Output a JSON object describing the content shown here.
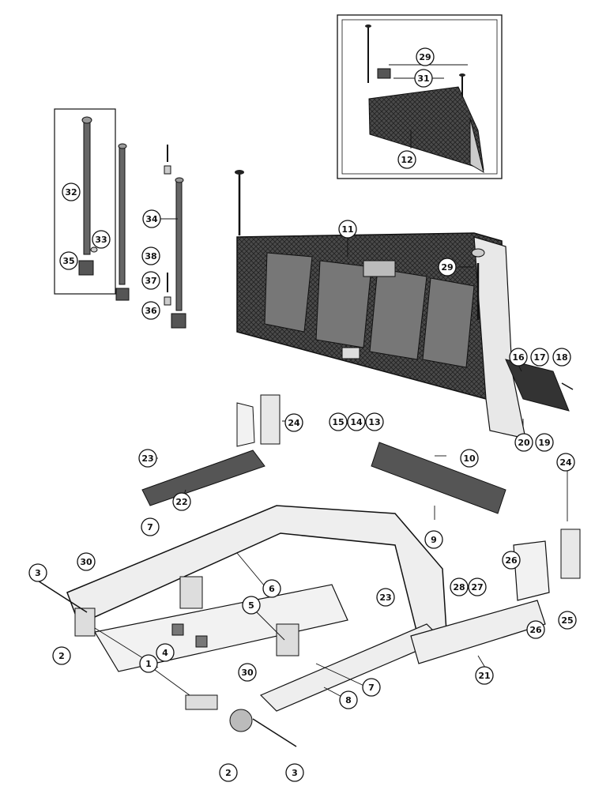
{
  "diagram": {
    "type": "exploded-parts-diagram",
    "subject": "dozer blade and push frame assembly",
    "callouts": [
      {
        "id": "c1",
        "label": "1"
      },
      {
        "id": "c2a",
        "label": "2"
      },
      {
        "id": "c2b",
        "label": "2"
      },
      {
        "id": "c3a",
        "label": "3"
      },
      {
        "id": "c3b",
        "label": "3"
      },
      {
        "id": "c4",
        "label": "4"
      },
      {
        "id": "c5",
        "label": "5"
      },
      {
        "id": "c6",
        "label": "6"
      },
      {
        "id": "c7a",
        "label": "7"
      },
      {
        "id": "c7b",
        "label": "7"
      },
      {
        "id": "c8",
        "label": "8"
      },
      {
        "id": "c9",
        "label": "9"
      },
      {
        "id": "c10",
        "label": "10"
      },
      {
        "id": "c11",
        "label": "11"
      },
      {
        "id": "c12",
        "label": "12"
      },
      {
        "id": "c13",
        "label": "13"
      },
      {
        "id": "c14",
        "label": "14"
      },
      {
        "id": "c15",
        "label": "15"
      },
      {
        "id": "c16",
        "label": "16"
      },
      {
        "id": "c17",
        "label": "17"
      },
      {
        "id": "c18",
        "label": "18"
      },
      {
        "id": "c19",
        "label": "19"
      },
      {
        "id": "c20",
        "label": "20"
      },
      {
        "id": "c21",
        "label": "21"
      },
      {
        "id": "c22",
        "label": "22"
      },
      {
        "id": "c23a",
        "label": "23"
      },
      {
        "id": "c23b",
        "label": "23"
      },
      {
        "id": "c24a",
        "label": "24"
      },
      {
        "id": "c24b",
        "label": "24"
      },
      {
        "id": "c25",
        "label": "25"
      },
      {
        "id": "c26a",
        "label": "26"
      },
      {
        "id": "c26b",
        "label": "26"
      },
      {
        "id": "c27",
        "label": "27"
      },
      {
        "id": "c28",
        "label": "28"
      },
      {
        "id": "c29a",
        "label": "29"
      },
      {
        "id": "c29b",
        "label": "29"
      },
      {
        "id": "c30a",
        "label": "30"
      },
      {
        "id": "c30b",
        "label": "30"
      },
      {
        "id": "c31",
        "label": "31"
      },
      {
        "id": "c32",
        "label": "32"
      },
      {
        "id": "c33",
        "label": "33"
      },
      {
        "id": "c34",
        "label": "34"
      },
      {
        "id": "c35",
        "label": "35"
      },
      {
        "id": "c36",
        "label": "36"
      },
      {
        "id": "c37",
        "label": "37"
      },
      {
        "id": "c38",
        "label": "38"
      }
    ]
  },
  "colors": {
    "line": "#111111",
    "part_dark": "#3a3a3a",
    "part_mid": "#8a8a8a",
    "part_light": "#d8d8d8",
    "background": "#ffffff"
  }
}
